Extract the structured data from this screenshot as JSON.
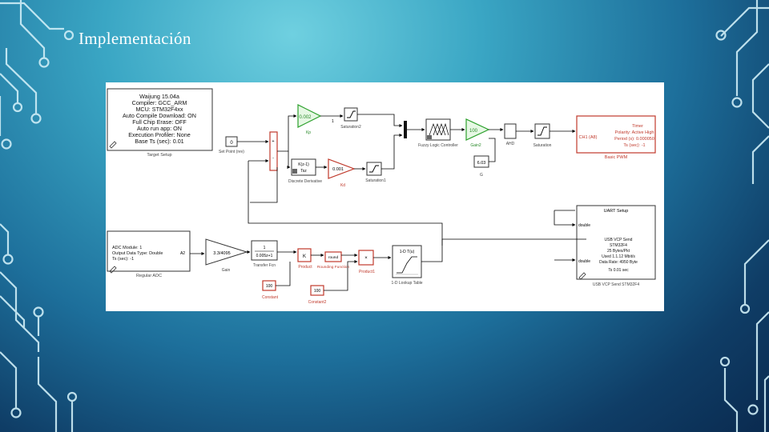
{
  "slide": {
    "title": "Implementación",
    "colors": {
      "accent_line": "#cfeef7",
      "bg_top": "#6fd0e0",
      "bg_bottom": "#0a2a4f"
    }
  },
  "model": {
    "info_block": {
      "lines": [
        "Waijung 15.04a",
        "Compiler: GCC_ARM",
        "MCU: STM32F4xx",
        "Auto Compile Download: ON",
        "Full Chip Erase: OFF",
        "Auto run app: ON",
        "Execution Profiler: None",
        "Base Ts (sec): 0.01"
      ],
      "caption": "Target Setup"
    },
    "const_box": {
      "value": "0",
      "caption": "Set Point (rev)"
    },
    "sum_signs": [
      "+",
      "-"
    ],
    "gain_kp": {
      "value": "0.002",
      "caption": "Kp"
    },
    "sat1_caption": "Saturation2",
    "deriv_block": {
      "line1": "K(z-1)",
      "line2": "Tsz",
      "caption": "Discrete Derivative"
    },
    "gain_kd": {
      "value": "0.001",
      "caption": "Kd"
    },
    "sat2_caption": "Saturation1",
    "fuzzy_caption": "Fuzzy Logic Controller",
    "gain_100": {
      "value": "100",
      "caption": "Gain2"
    },
    "switch_caption": "AHD",
    "sat3_caption": "Saturation",
    "pwm_block": {
      "port": "CH1 (A8)",
      "lines": [
        "Timer",
        "Polarity: Active High",
        "Period (s): 0.000050",
        "Ts (sec): -1"
      ],
      "caption": "Basic PWM"
    },
    "display": {
      "value": "6.03",
      "caption": "G"
    },
    "adc_block": {
      "lines": [
        "ADC Module: 1",
        "Output Data Type: Double",
        "Ts (sec): -1"
      ],
      "port": "A2",
      "caption": "Regular ADC"
    },
    "gain_adc": {
      "value": "3.3/4095",
      "caption": "Gain"
    },
    "tf_block": {
      "num": "1",
      "den": "0.005z+1",
      "caption": "Transfer Fcn"
    },
    "k_block": {
      "value": "K",
      "caption": "Product"
    },
    "round_block": {
      "value": "round",
      "caption": "Rounding Function"
    },
    "div_block": {
      "caption": "Product1"
    },
    "const2": {
      "value": "100",
      "caption": "Constant"
    },
    "const3": {
      "value": "100",
      "caption": "Constant2"
    },
    "lookup": {
      "title": "1-D T(u)",
      "caption": "1-D Lookup Table"
    },
    "uart_block": {
      "title": "UART Setup",
      "ports": [
        "double",
        "double"
      ],
      "lines": [
        "USB VCP Send",
        "STM32F4",
        "25 Bytes/Pkt",
        "Used 1.1.12 Mbit/s",
        "Data Rate: 4950 Byte",
        "Ts 0.01 sec"
      ],
      "caption": "USB VCP Send STM32F4"
    },
    "labels": {
      "inport": "1"
    }
  }
}
